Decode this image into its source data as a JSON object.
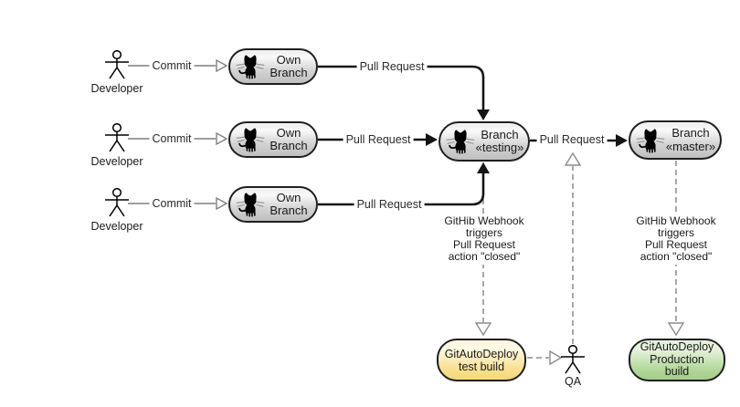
{
  "diagram_type": "git-workflow-deployment-diagram",
  "actors": {
    "dev1": {
      "label": "Developer"
    },
    "dev2": {
      "label": "Developer"
    },
    "dev3": {
      "label": "Developer"
    },
    "qa": {
      "label": "QA"
    }
  },
  "nodes": {
    "own1": {
      "lines": [
        "Own",
        "Branch"
      ]
    },
    "own2": {
      "lines": [
        "Own",
        "Branch"
      ]
    },
    "own3": {
      "lines": [
        "Own",
        "Branch"
      ]
    },
    "testing": {
      "lines": [
        "Branch",
        "«testing»"
      ]
    },
    "master": {
      "lines": [
        "Branch",
        "«master»"
      ]
    },
    "test_build": {
      "lines": [
        "GitAutoDeploy",
        "test build"
      ]
    },
    "prod_build": {
      "lines": [
        "GitAutoDeploy",
        "Production",
        "build"
      ]
    }
  },
  "edges": {
    "commit1": "Commit",
    "commit2": "Commit",
    "commit3": "Commit",
    "pr1": "Pull Request",
    "pr2": "Pull Request",
    "pr3": "Pull Request",
    "pr_master": "Pull Request"
  },
  "annotations": {
    "webhook_test": {
      "lines": [
        "GitHib Webhook",
        "triggers",
        "Pull Request",
        "action \"closed\""
      ]
    },
    "webhook_prod": {
      "lines": [
        "GitHib Webhook",
        "triggers",
        "Pull Request",
        "action \"closed\""
      ]
    }
  },
  "colors": {
    "gray_node_top": "#ececec",
    "gray_node_bottom": "#bfbfbf",
    "yellow_node_top": "#fdf5d8",
    "yellow_node_bottom": "#f5d878",
    "green_node_top": "#dcedd0",
    "green_node_bottom": "#a3cd87",
    "node_border": "#1f1f1f",
    "solid_edge": "#141414",
    "gray_edge": "#7f7f7f",
    "dashed_edge": "#8c8c8c"
  }
}
